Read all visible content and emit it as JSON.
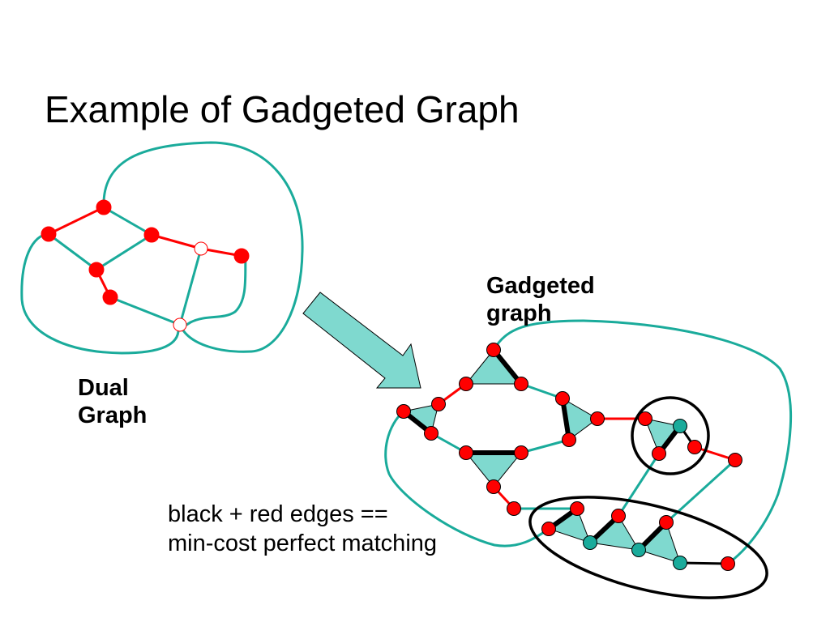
{
  "title": "Example of Gadgeted Graph",
  "dual_label": [
    "Dual",
    "Graph"
  ],
  "gadget_label": [
    "Gadgeted",
    "graph"
  ],
  "caption": [
    "black + red edges  ==",
    "min-cost perfect matching"
  ],
  "colors": {
    "node": "#ff0000",
    "teal_edge": "#1aab9b",
    "gadget_fill": "#7fd9cf",
    "matching": "#000000",
    "red_edge": "#ff0000"
  }
}
